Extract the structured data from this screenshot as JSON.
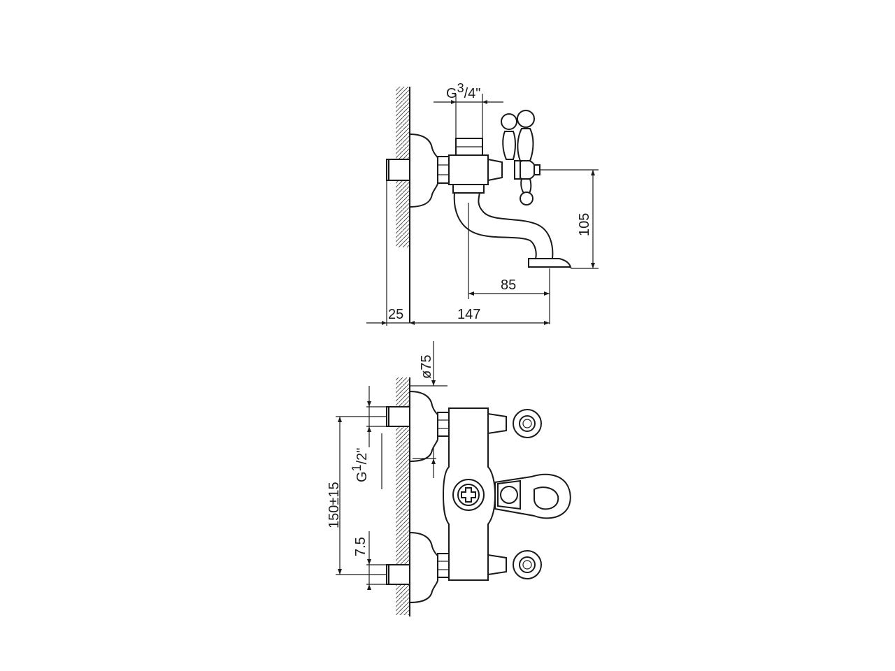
{
  "dimensions": {
    "inlet_thread": {
      "prefix": "G",
      "fraction_num": "3",
      "fraction_den": "/4\""
    },
    "spout_height": "105",
    "spout_offset": "85",
    "wall_depth": "25",
    "total_depth": "147",
    "rosette_diameter": "ø75",
    "center_distance": "150±15",
    "supply_thread": {
      "prefix": "G",
      "fraction_num": "1",
      "fraction_den": "/2\""
    },
    "eccentric_offset": "7.5"
  }
}
